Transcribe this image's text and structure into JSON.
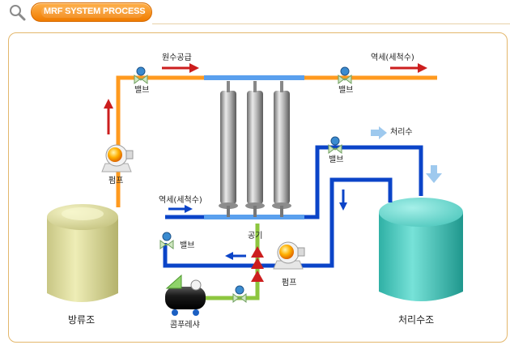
{
  "header": {
    "title": "MRF SYSTEM PROCESS"
  },
  "labels": {
    "raw_supply": "원수공급",
    "backwash_top": "역세(세척수)",
    "valve": "밸브",
    "treated_water": "처리수",
    "pump": "펌프",
    "backwash_mid": "역세(세척수)",
    "air": "공기",
    "compressor": "콤푸레샤",
    "equalization_tank": "방류조",
    "treated_tank": "처리수조"
  },
  "icons": [
    "search-icon",
    "valve-icon",
    "pump-icon",
    "compressor-icon",
    "arrow-icon"
  ],
  "colors": {
    "orange_pipe": "#ff9a1f",
    "blue_pipe": "#0b44c8",
    "green_pipe": "#8dc63f",
    "red_arrow": "#cc1e1e",
    "yellow_tank": "#e4e3a5",
    "cyan_tank": "#5fd0c6"
  }
}
